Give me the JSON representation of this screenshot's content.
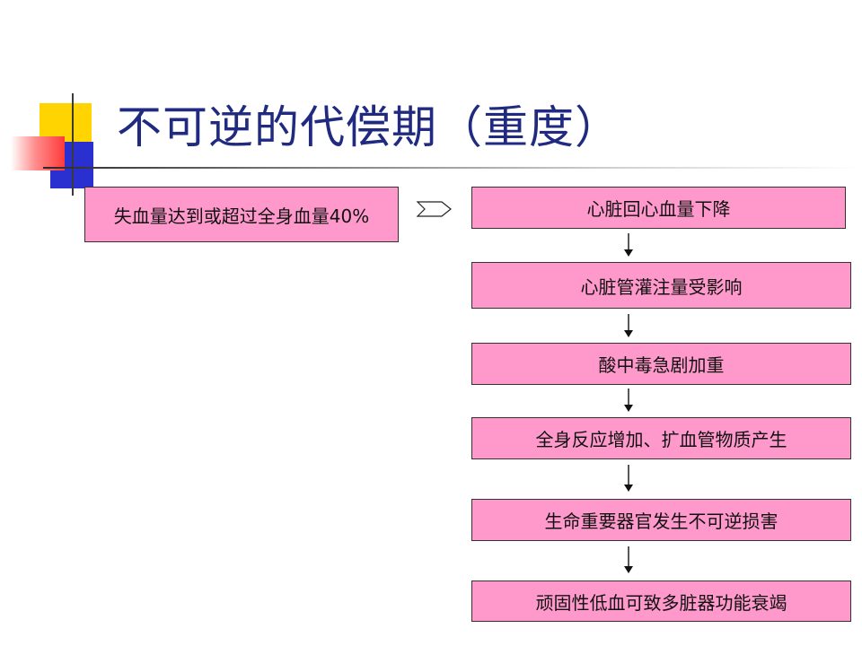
{
  "slide": {
    "title": "不可逆的代偿期（重度）",
    "cause": "失血量达到或超过全身血量40%",
    "steps": [
      "心脏回心血量下降",
      "心脏管灌注量受影响",
      "酸中毒急剧加重",
      "全身反应增加、扩血管物质产生",
      "生命重要器官发生不可逆损害",
      "顽固性低血可致多脏器功能衰竭"
    ]
  },
  "colors": {
    "box_fill": "#ff99cc",
    "title": "#1f2a80",
    "accent_yellow": "#ffd400",
    "accent_blue": "#2a2fd0",
    "accent_red": "#ff3b3b"
  },
  "icons": [
    "notched-right-arrow-icon",
    "down-arrow-icon"
  ]
}
